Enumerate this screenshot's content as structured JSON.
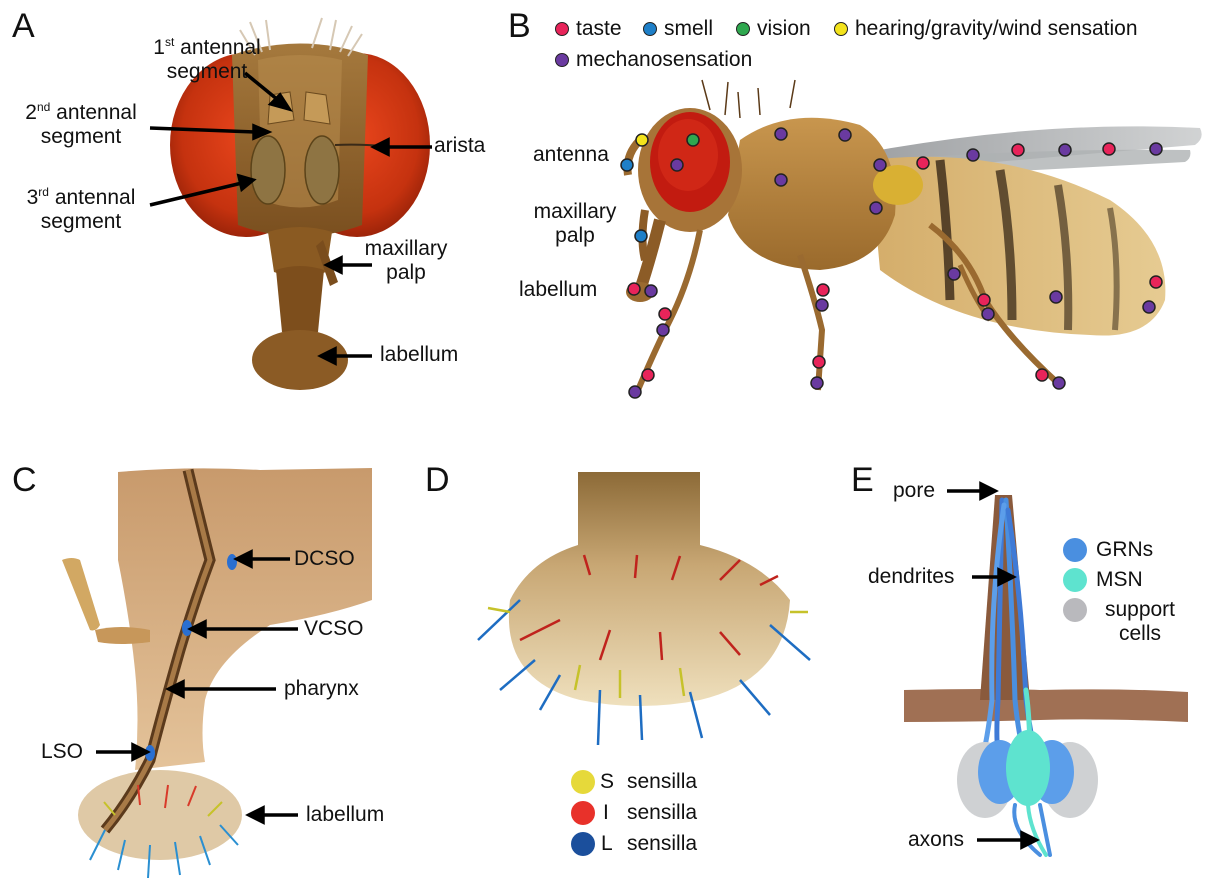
{
  "panels": {
    "A": {
      "letter": "A",
      "labels": {
        "first_seg_sup": "st",
        "first_seg_pre": "1",
        "first_seg_line1": "antennal",
        "first_seg_line2": "segment",
        "second_seg_pre": "2",
        "second_seg_sup": "nd",
        "second_seg_line1": "antennal",
        "second_seg_line2": "segment",
        "third_seg_pre": "3",
        "third_seg_sup": "rd",
        "third_seg_line1": "antennal",
        "third_seg_line2": "segment",
        "arista": "arista",
        "maxillary_line1": "maxillary",
        "maxillary_line2": "palp",
        "labellum": "labellum"
      }
    },
    "B": {
      "letter": "B",
      "legend": [
        {
          "label": "taste",
          "color": "#e8245a"
        },
        {
          "label": "smell",
          "color": "#1e7fc8"
        },
        {
          "label": "vision",
          "color": "#2fa84f"
        },
        {
          "label": "hearing/gravity/wind sensation",
          "color": "#f3e31c"
        },
        {
          "label": "mechanosensation",
          "color": "#6a3aa0"
        }
      ],
      "labels": {
        "antenna": "antenna",
        "maxillary_line1": "maxillary",
        "maxillary_line2": "palp",
        "labellum": "labellum"
      }
    },
    "C": {
      "letter": "C",
      "labels": {
        "dcso": "DCSO",
        "vcso": "VCSO",
        "pharynx": "pharynx",
        "lso": "LSO",
        "labellum": "labellum"
      }
    },
    "D": {
      "letter": "D",
      "legend": [
        {
          "letter": "S",
          "word": "sensilla",
          "color": "#e6d93a"
        },
        {
          "letter": "I",
          "word": "sensilla",
          "color": "#e8312a"
        },
        {
          "letter": "L",
          "word": "sensilla",
          "color": "#1b4f9c"
        }
      ]
    },
    "E": {
      "letter": "E",
      "labels": {
        "pore": "pore",
        "dendrites": "dendrites",
        "axons": "axons"
      },
      "legend": [
        {
          "label": "GRNs",
          "color": "#4a8fe0"
        },
        {
          "label": "MSN",
          "color": "#5ee3cf"
        },
        {
          "label_line1": "support",
          "label_line2": "cells",
          "color": "#b9b9bd"
        }
      ]
    }
  }
}
